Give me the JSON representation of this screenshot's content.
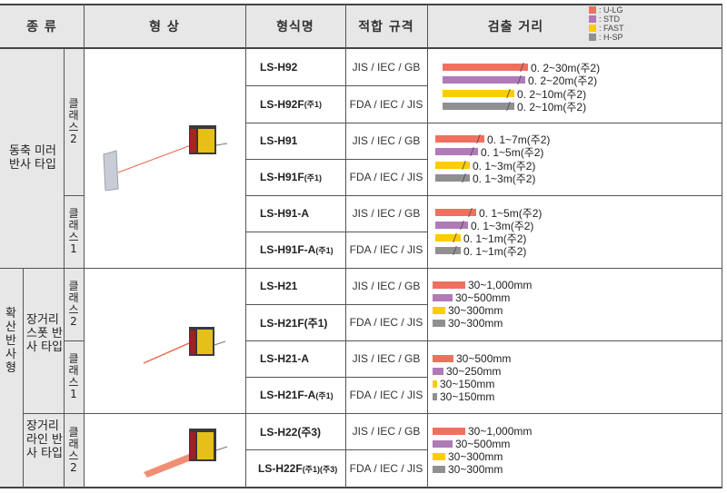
{
  "header": {
    "kind": "종 류",
    "shape": "형 상",
    "model": "형식명",
    "standard": "적합 규격",
    "distance": "검출 거리"
  },
  "legend": [
    {
      "label": ": U-LG",
      "color": "#f07060"
    },
    {
      "label": ": STD",
      "color": "#b07ab8"
    },
    {
      "label": ": FAST",
      "color": "#ffcc00"
    },
    {
      "label": ": H-SP",
      "color": "#909090"
    }
  ],
  "sections": {
    "coaxial": {
      "label": "동축 미러 반사 타입"
    },
    "diffuse": {
      "label": "확산 반사형"
    },
    "spot": {
      "label": "장거리 스폿 반사 타입"
    },
    "line": {
      "label": "장거리 라인 반사 타입"
    }
  },
  "classes": {
    "c2a": "클래스2",
    "c1a": "클래스1",
    "c2b": "클래스2",
    "c1b": "클래스1",
    "c2c": "클래스2"
  },
  "rows": [
    {
      "model": "LS-H92",
      "note": "",
      "standard": "JIS / IEC / GB"
    },
    {
      "model": "LS-H92F",
      "note": "(주1)",
      "standard": "FDA / IEC / JIS"
    },
    {
      "model": "LS-H91",
      "note": "",
      "standard": "JIS / IEC / GB"
    },
    {
      "model": "LS-H91F",
      "note": "(주1)",
      "standard": "FDA / IEC / JIS"
    },
    {
      "model": "LS-H91-A",
      "note": "",
      "standard": "JIS / IEC / GB"
    },
    {
      "model": "LS-H91F-A",
      "note": "(주1)",
      "standard": "FDA / IEC / JIS"
    },
    {
      "model": "LS-H21",
      "note": "",
      "standard": "JIS / IEC / GB"
    },
    {
      "model": "LS-H21F(주1)",
      "note": "",
      "standard": "FDA / IEC / JIS"
    },
    {
      "model": "LS-H21-A",
      "note": "",
      "standard": "JIS / IEC / GB"
    },
    {
      "model": "LS-H21F-A",
      "note": "(주1)",
      "standard": "FDA / IEC / JIS"
    },
    {
      "model": "LS-H22(주3)",
      "note": "",
      "standard": "JIS / IEC / GB"
    },
    {
      "model": "LS-H22F",
      "note": "(주1)(주3)",
      "standard": "FDA / IEC / JIS"
    }
  ],
  "distances": [
    {
      "group": "LS-H92",
      "bars": [
        {
          "mode": "U-LG",
          "label": "0. 2~30m(주2)",
          "width": 94,
          "color": "#f07060"
        },
        {
          "mode": "STD",
          "label": "0. 2~20m(주2)",
          "width": 91,
          "color": "#b07ab8"
        },
        {
          "mode": "FAST",
          "label": "0. 2~10m(주2)",
          "width": 79,
          "color": "#ffcc00"
        },
        {
          "mode": "H-SP",
          "label": "0. 2~10m(주2)",
          "width": 79,
          "color": "#909090"
        }
      ]
    },
    {
      "group": "LS-H91",
      "bars": [
        {
          "mode": "U-LG",
          "label": "0. 1~7m(주2)",
          "width": 54,
          "color": "#f07060"
        },
        {
          "mode": "STD",
          "label": "0. 1~5m(주2)",
          "width": 47,
          "color": "#b07ab8"
        },
        {
          "mode": "FAST",
          "label": "0. 1~3m(주2)",
          "width": 38,
          "color": "#ffcc00"
        },
        {
          "mode": "H-SP",
          "label": "0. 1~3m(주2)",
          "width": 38,
          "color": "#909090"
        }
      ]
    },
    {
      "group": "LS-H91-A",
      "bars": [
        {
          "mode": "U-LG",
          "label": "0. 1~5m(주2)",
          "width": 45,
          "color": "#f07060"
        },
        {
          "mode": "STD",
          "label": "0. 1~3m(주2)",
          "width": 36,
          "color": "#b07ab8"
        },
        {
          "mode": "FAST",
          "label": "0. 1~1m(주2)",
          "width": 28,
          "color": "#ffcc00"
        },
        {
          "mode": "H-SP",
          "label": "0. 1~1m(주2)",
          "width": 28,
          "color": "#909090"
        }
      ]
    },
    {
      "group": "LS-H21",
      "bars": [
        {
          "mode": "U-LG",
          "label": "30~1,000mm",
          "width": 36,
          "color": "#f07060"
        },
        {
          "mode": "STD",
          "label": "30~500mm",
          "width": 22,
          "color": "#b07ab8"
        },
        {
          "mode": "FAST",
          "label": "30~300mm",
          "width": 14,
          "color": "#ffcc00"
        },
        {
          "mode": "H-SP",
          "label": "30~300mm",
          "width": 14,
          "color": "#909090"
        }
      ]
    },
    {
      "group": "LS-H21-A",
      "bars": [
        {
          "mode": "U-LG",
          "label": "30~500mm",
          "width": 23,
          "color": "#f07060"
        },
        {
          "mode": "STD",
          "label": "30~250mm",
          "width": 12,
          "color": "#b07ab8"
        },
        {
          "mode": "FAST",
          "label": "30~150mm",
          "width": 5,
          "color": "#ffcc00"
        },
        {
          "mode": "H-SP",
          "label": "30~150mm",
          "width": 5,
          "color": "#909090"
        }
      ]
    },
    {
      "group": "LS-H22",
      "bars": [
        {
          "mode": "U-LG",
          "label": "30~1,000mm",
          "width": 36,
          "color": "#f07060"
        },
        {
          "mode": "STD",
          "label": "30~500mm",
          "width": 22,
          "color": "#b07ab8"
        },
        {
          "mode": "FAST",
          "label": "30~300mm",
          "width": 14,
          "color": "#ffcc00"
        },
        {
          "mode": "H-SP",
          "label": "30~300mm",
          "width": 14,
          "color": "#909090"
        }
      ]
    }
  ]
}
